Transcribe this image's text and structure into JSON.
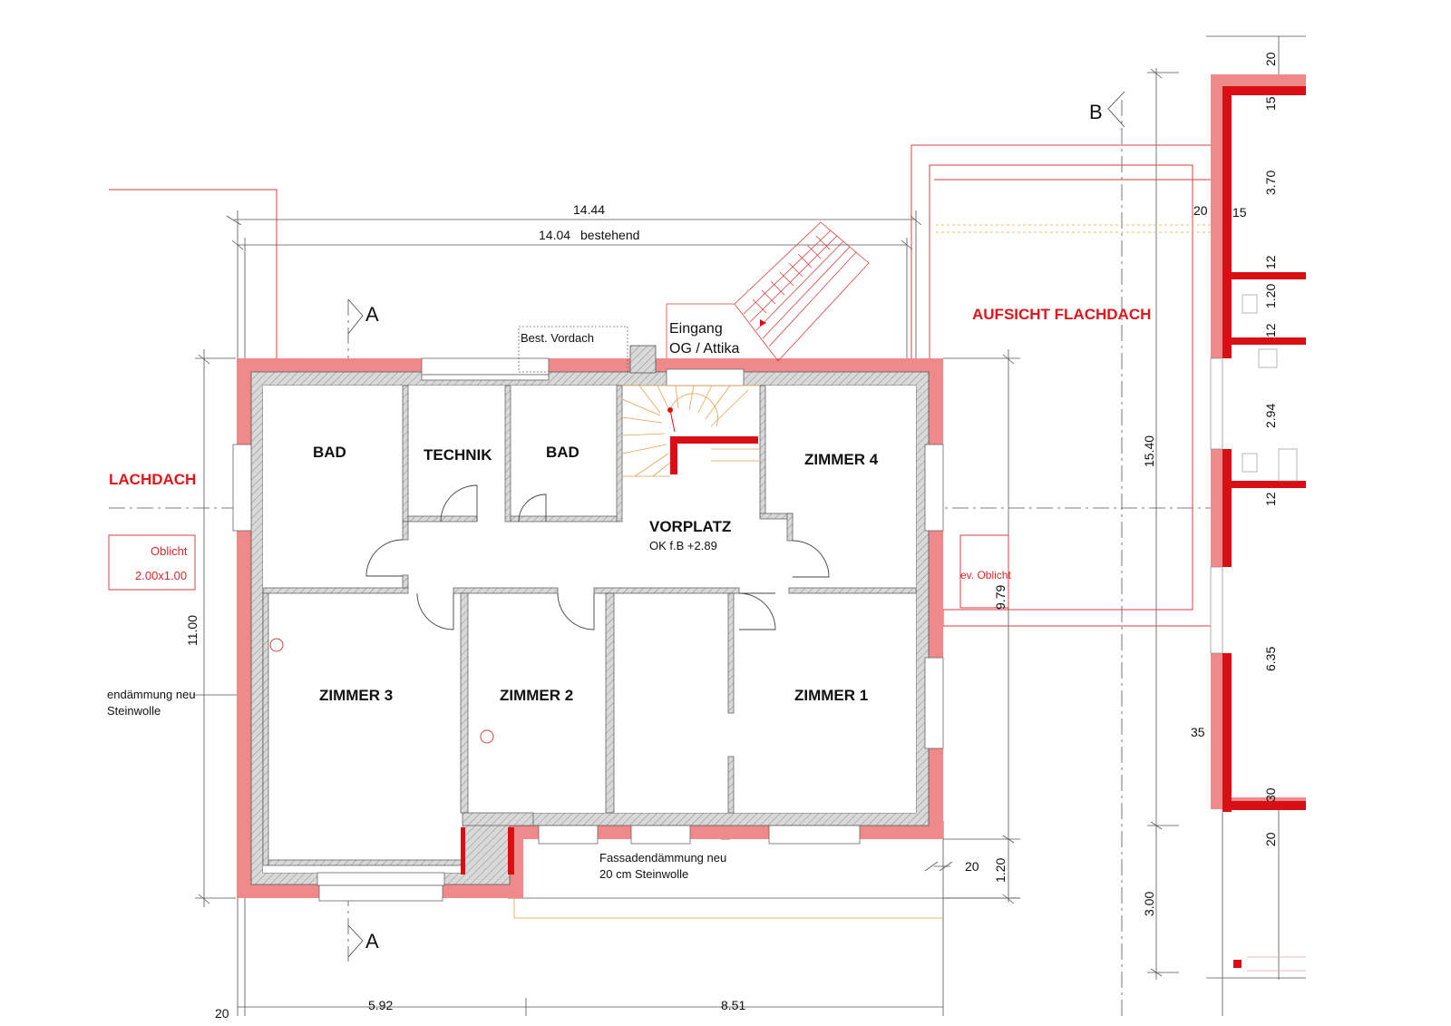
{
  "rooms": {
    "bad_left": "BAD",
    "technik": "TECHNIK",
    "bad_right": "BAD",
    "zimmer4": "ZIMMER 4",
    "vorplatz": "VORPLATZ",
    "vorplatz_level": "OK f.B +2.89",
    "zimmer3": "ZIMMER 3",
    "zimmer2": "ZIMMER 2",
    "zimmer1": "ZIMMER 1"
  },
  "labels": {
    "entrance_line1": "Eingang",
    "entrance_line2": "OG / Attika",
    "canopy": "Best. Vordach",
    "flat_roof_view": "AUFSICHT FLACHDACH",
    "flat_roof_left": "LACHDACH",
    "skylight_left_1": "Oblicht",
    "skylight_left_2": "2.00x1.00",
    "skylight_right": "ev. Oblicht",
    "insulation_left_1": "endämmung neu",
    "insulation_left_2": "Steinwolle",
    "insulation_bottom_1": "Fassadendämmung neu",
    "insulation_bottom_2": "20 cm Steinwolle"
  },
  "section_marks": {
    "a_top": "A",
    "a_bottom": "A",
    "b": "B"
  },
  "dimensions": {
    "overall_width": "14.44",
    "existing_width": "14.04",
    "existing_suffix": "bestehend",
    "left_height": "11.00",
    "inner_height": "9.79",
    "roof_height": "15.40",
    "front_depth": "1.20",
    "front_depth_20": "20",
    "bottom_left_20": "20",
    "bottom_left": "5.92",
    "bottom_right": "8.51",
    "side_3_00": "3.00",
    "wall_20": "20",
    "wall_15": "15",
    "wall_35": "35",
    "right_chain": [
      "20",
      "15",
      "3.70",
      "12",
      "1.20",
      "12",
      "2.94",
      "12",
      "6.35",
      "30",
      "20"
    ]
  }
}
